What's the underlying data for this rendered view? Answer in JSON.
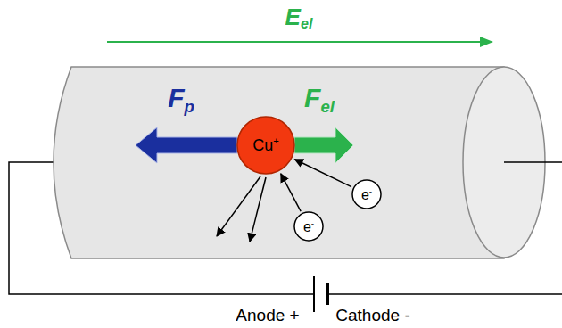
{
  "diagram": {
    "nodes": [
      {
        "text": [
          "Cu+"
        ]
      },
      {
        "text": [
          "e-"
        ]
      },
      {
        "text": [
          "e-"
        ]
      }
    ],
    "edges": [
      {
        "from": 1,
        "to": 0,
        "arrow": "to"
      },
      {
        "from": 2,
        "to": 0,
        "arrow": "to"
      }
    ],
    "labels": [
      "Eel",
      "Fp",
      "Fel",
      "Anode +",
      "Cathode -"
    ]
  }
}
